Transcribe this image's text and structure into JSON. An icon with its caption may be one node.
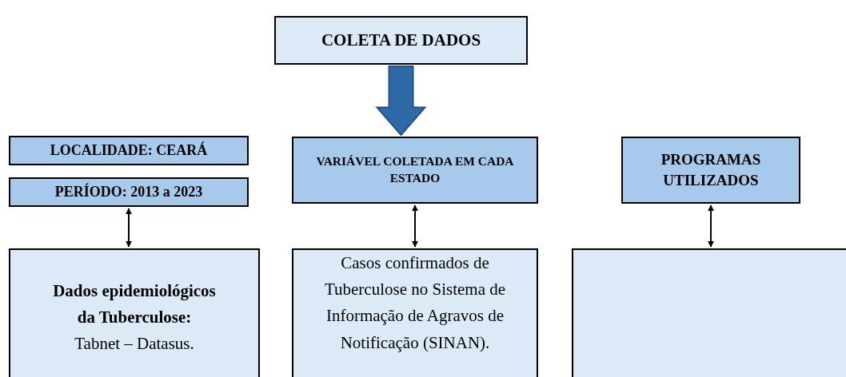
{
  "diagram": {
    "nodes": [
      {
        "text": [
          "COLETA DE DADOS"
        ]
      },
      {
        "text": [
          "LOCALIDADE: CEARÁ"
        ]
      },
      {
        "text": [
          "PERÍODO: 2013 a 2023"
        ]
      },
      {
        "text": [
          "VARIÁVEL COLETADA EM CADA ESTADO"
        ]
      },
      {
        "text": [
          "PROGRAMAS UTILIZADOS"
        ]
      },
      {
        "text": [
          "Dados epidemiológicos da Tuberculose:",
          "Tabnet – Datasus."
        ]
      },
      {
        "text": [
          "Casos confirmados de Tuberculose no Sistema de Informação de Agravos de Notificação (SINAN)."
        ]
      },
      {
        "text": [],
        "shape": "box"
      }
    ],
    "edges": [
      {
        "from": 0,
        "to": 3,
        "arrow": "to",
        "style": "thick",
        "color": "#2e6aa6"
      },
      {
        "from": 2,
        "to": 5,
        "arrow": "both"
      },
      {
        "from": 3,
        "to": 6,
        "arrow": "both"
      },
      {
        "from": 4,
        "to": 7,
        "arrow": "both"
      }
    ]
  }
}
